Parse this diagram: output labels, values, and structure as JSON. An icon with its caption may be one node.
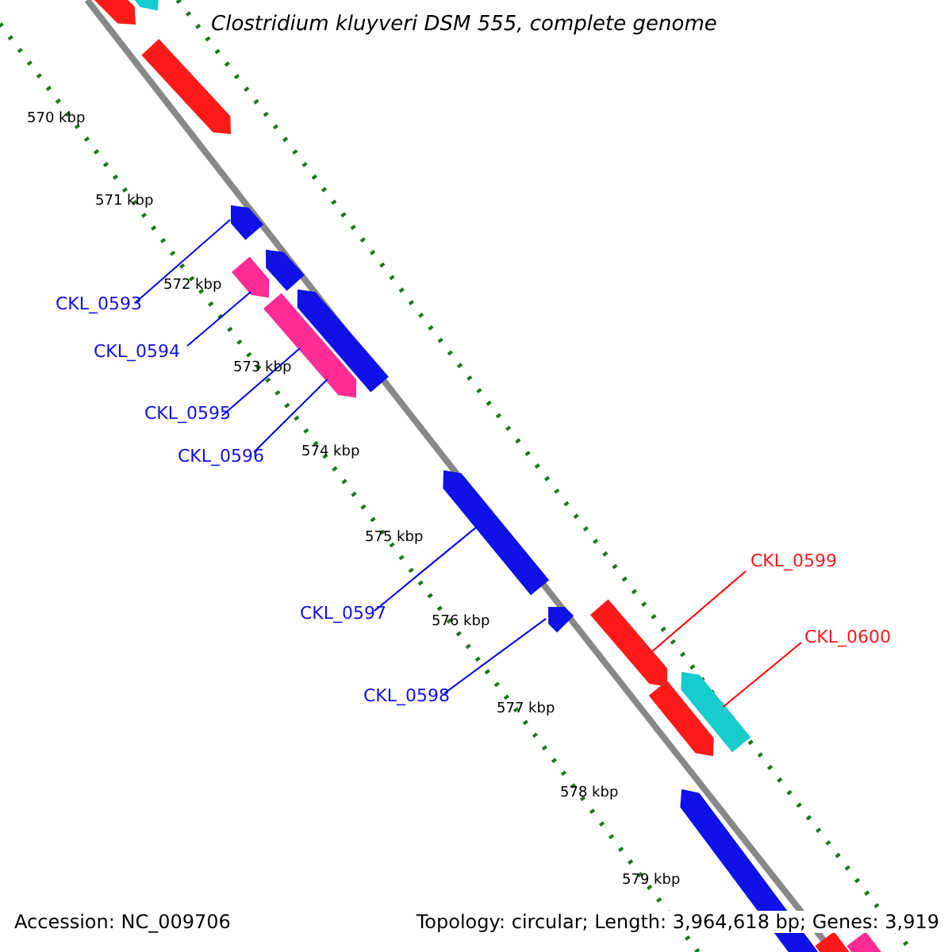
{
  "diagram": {
    "title": "Clostridium kluyveri DSM 555, complete genome",
    "nodes": [
      {
        "text": [],
        "shape": "arrow"
      },
      {
        "text": [],
        "shape": "arrow"
      },
      {
        "text": [],
        "shape": "arrow"
      },
      {
        "text": [],
        "shape": "arrow"
      },
      {
        "text": [],
        "shape": "arrow"
      },
      {
        "text": [],
        "shape": "arrow"
      },
      {
        "text": [],
        "shape": "arrow"
      },
      {
        "text": [],
        "shape": "arrow"
      },
      {
        "text": [],
        "shape": "arrow"
      },
      {
        "text": [],
        "shape": "arrow"
      },
      {
        "text": [],
        "shape": "arrow"
      },
      {
        "text": [],
        "shape": "arrow"
      },
      {
        "text": [],
        "shape": "arrow"
      },
      {
        "text": [],
        "shape": "arrow"
      },
      {
        "text": [],
        "shape": "arrow"
      },
      {
        "text": [],
        "shape": "arrow"
      },
      {
        "text": [
          "CKL_0593"
        ]
      },
      {
        "text": [
          "CKL_0594"
        ]
      },
      {
        "text": [
          "CKL_0595"
        ]
      },
      {
        "text": [
          "CKL_0596"
        ]
      },
      {
        "text": [
          "CKL_0597"
        ]
      },
      {
        "text": [
          "CKL_0598"
        ]
      },
      {
        "text": [
          "CKL_0599"
        ]
      },
      {
        "text": [
          "CKL_0600"
        ]
      }
    ],
    "edges": [
      {
        "from": 16,
        "to": 3,
        "arrow": "none"
      },
      {
        "from": 17,
        "to": 4,
        "arrow": "none"
      },
      {
        "from": 18,
        "to": 6,
        "arrow": "none"
      },
      {
        "from": 19,
        "to": 6,
        "arrow": "none"
      },
      {
        "from": 20,
        "to": 8,
        "arrow": "none"
      },
      {
        "from": 21,
        "to": 9,
        "arrow": "none"
      },
      {
        "from": 22,
        "to": 10,
        "arrow": "none",
        "color": "#ff0000"
      },
      {
        "from": 23,
        "to": 12,
        "arrow": "none",
        "color": "#ff0000"
      }
    ],
    "labels": [
      "570 kbp",
      "571 kbp",
      "572 kbp",
      "573 kbp",
      "574 kbp",
      "575 kbp",
      "576 kbp",
      "577 kbp",
      "578 kbp",
      "579 kbp",
      "Accession: NC_009706",
      "Topology: circular; Length: 3,964,618 bp; Genes: 3,919"
    ]
  }
}
